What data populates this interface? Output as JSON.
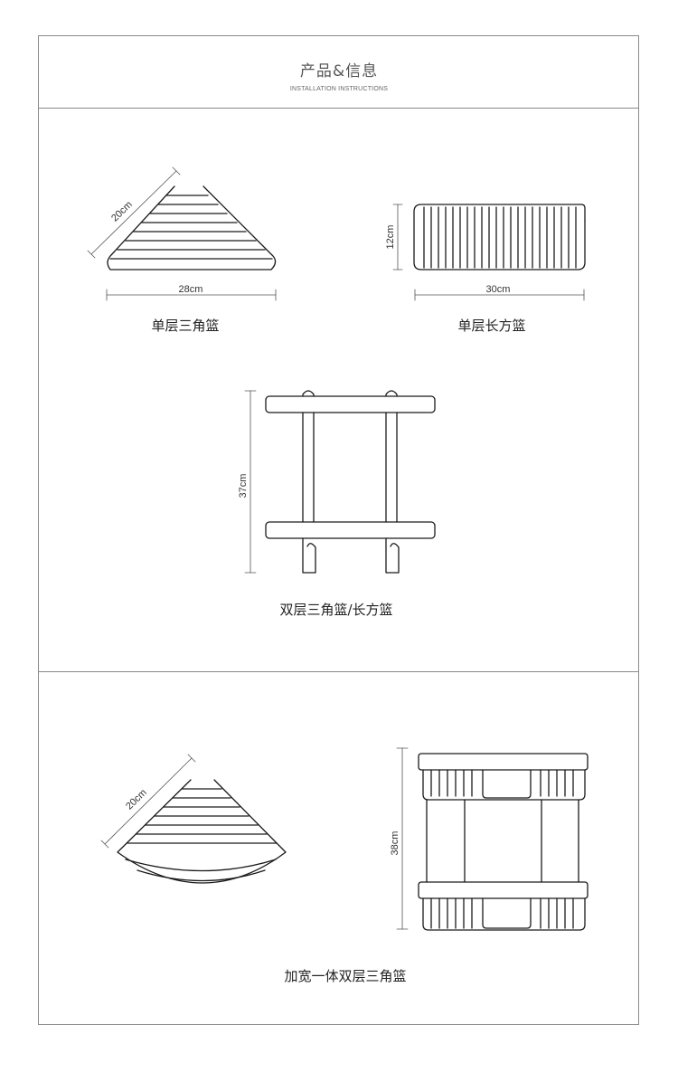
{
  "header": {
    "title": "产品&信息",
    "subtitle": "INSTALLATION INSTRUCTIONS"
  },
  "section1": {
    "corner_single": {
      "caption": "单层三角篮",
      "side_dim": "20cm",
      "width_dim": "28cm"
    },
    "rect_single": {
      "caption": "单层长方篮",
      "height_dim": "12cm",
      "width_dim": "30cm"
    },
    "double": {
      "caption": "双层三角篮/长方篮",
      "height_dim": "37cm"
    }
  },
  "section2": {
    "wide_corner": {
      "side_dim": "20cm"
    },
    "wide_double": {
      "height_dim": "38cm"
    },
    "caption": "加宽一体双层三角篮"
  },
  "colors": {
    "line": "#1a1a1a",
    "border": "#8a8a8a"
  }
}
